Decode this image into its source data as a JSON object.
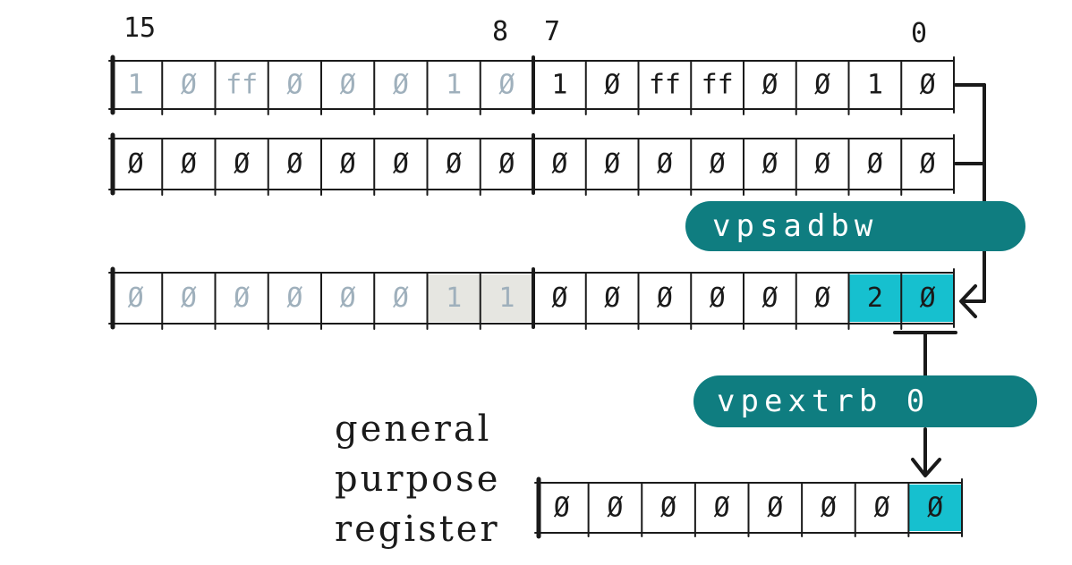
{
  "colors": {
    "ink": "#1a1a1a",
    "faded": "#9fb0bc",
    "highlight_cyan": "#16c0cf",
    "highlight_gray": "#e6e6e1",
    "pill": "#0f7d80"
  },
  "bit_labels": {
    "left_high": "15",
    "left_low": "8",
    "right_high": "7",
    "right_low": "0"
  },
  "registers": {
    "source_a": {
      "high": [
        "1",
        "0",
        "ff",
        "0",
        "0",
        "0",
        "1",
        "0"
      ],
      "low": [
        "1",
        "0",
        "ff",
        "ff",
        "0",
        "0",
        "1",
        "0"
      ]
    },
    "source_b": {
      "high": [
        "0",
        "0",
        "0",
        "0",
        "0",
        "0",
        "0",
        "0"
      ],
      "low": [
        "0",
        "0",
        "0",
        "0",
        "0",
        "0",
        "0",
        "0"
      ]
    },
    "result": {
      "high": [
        "0",
        "0",
        "0",
        "0",
        "0",
        "0",
        "1",
        "1"
      ],
      "low": [
        "0",
        "0",
        "0",
        "0",
        "0",
        "0",
        "2",
        "0"
      ]
    },
    "gpr": {
      "cells": [
        "0",
        "0",
        "0",
        "0",
        "0",
        "0",
        "0",
        "0"
      ]
    }
  },
  "instructions": {
    "first": "vpsadbw",
    "second": "vpextrb 0"
  },
  "caption": {
    "line1": "general",
    "line2": "purpose",
    "line3": "register"
  }
}
